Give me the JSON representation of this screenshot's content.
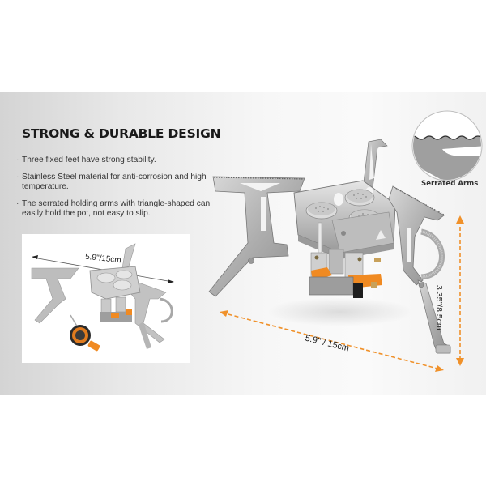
{
  "heading": "STRONG & DURABLE DESIGN",
  "features": [
    "Three fixed feet have strong stability.",
    "Stainless Steel material for anti-corrosion and high temperature.",
    "The serrated holding arms with triangle-shaped can easily hold the pot, not easy to slip."
  ],
  "callout": {
    "label": "Serrated Arms"
  },
  "inset": {
    "width_label": "5.9\"/15cm"
  },
  "main_dimensions": {
    "width_label": "5.9'' / 15cm",
    "height_label": "3.35\"/8.5cm"
  },
  "colors": {
    "accent_orange": "#f0912a",
    "steel": "#b8b8b8",
    "heading": "#1a1a1a"
  }
}
